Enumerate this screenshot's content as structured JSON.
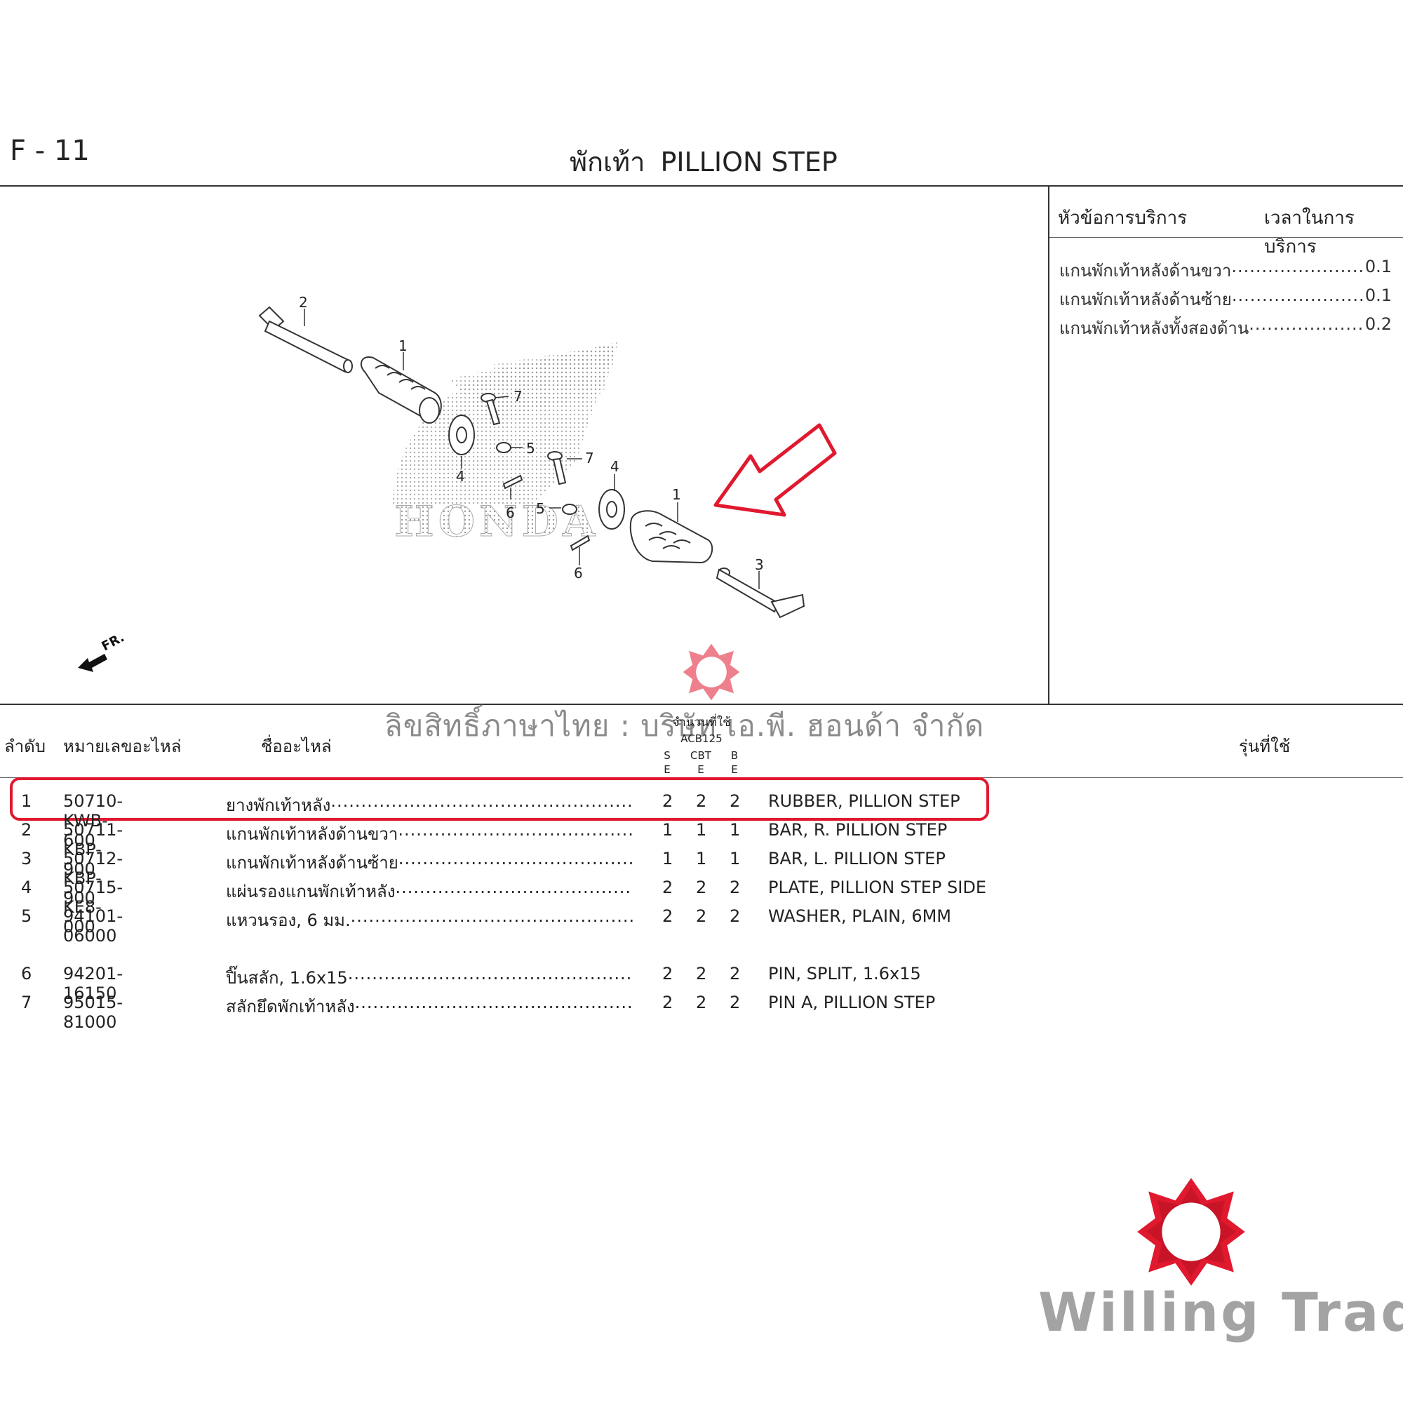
{
  "header": {
    "page_code": "F - 11",
    "title_th": "พักเท้า",
    "title_en": "PILLION STEP"
  },
  "service": {
    "head_left": "หัวข้อการบริการ",
    "head_right": "เวลาในการบริการ",
    "items": [
      {
        "label": "แกนพักเท้าหลังด้านขวา",
        "time": "0.1"
      },
      {
        "label": "แกนพักเท้าหลังด้านซ้าย",
        "time": "0.1"
      },
      {
        "label": "แกนพักเท้าหลังทั้งสองด้าน",
        "time": "0.2"
      }
    ]
  },
  "diagram": {
    "brand_watermark": "HONDA",
    "direction_label": "FR.",
    "callouts": [
      "1",
      "2",
      "3",
      "4",
      "5",
      "6",
      "7"
    ]
  },
  "copyright": "ลิขสิทธิ์ภาษาไทย : บริษัท เอ.พี. ฮอนด้า จำกัด",
  "table": {
    "headers": {
      "no": "ลำดับ",
      "part_no": "หมายเลขอะไหล่",
      "name": "ชื่ออะไหล่",
      "qty": "จำนวนที่ใช้",
      "model": "ACB125",
      "sub": [
        {
          "top": "S",
          "bottom": "E"
        },
        {
          "top": "CBT",
          "bottom": "E"
        },
        {
          "top": "B",
          "bottom": "E"
        }
      ],
      "models_used": "รุ่นที่ใช้"
    },
    "rows": [
      {
        "no": "1",
        "part_no": "50710-KWB-600",
        "name_th": "ยางพักเท้าหลัง",
        "q1": "2",
        "q2": "2",
        "q3": "2",
        "name_en": "RUBBER, PILLION STEP"
      },
      {
        "no": "2",
        "part_no": "50711-KBP-900",
        "name_th": "แกนพักเท้าหลังด้านขวา",
        "q1": "1",
        "q2": "1",
        "q3": "1",
        "name_en": "BAR, R. PILLION STEP"
      },
      {
        "no": "3",
        "part_no": "50712-KBP-900",
        "name_th": "แกนพักเท้าหลังด้านซ้าย",
        "q1": "1",
        "q2": "1",
        "q3": "1",
        "name_en": "BAR, L. PILLION STEP"
      },
      {
        "no": "4",
        "part_no": "50715-KE8-000",
        "name_th": "แผ่นรองแกนพักเท้าหลัง",
        "q1": "2",
        "q2": "2",
        "q3": "2",
        "name_en": "PLATE, PILLION STEP SIDE"
      },
      {
        "no": "5",
        "part_no": "94101-06000",
        "name_th": "แหวนรอง, 6 มม.",
        "q1": "2",
        "q2": "2",
        "q3": "2",
        "name_en": "WASHER, PLAIN, 6MM"
      },
      {
        "no": "6",
        "part_no": "94201-16150",
        "name_th": "ปิ๊นสลัก, 1.6x15",
        "q1": "2",
        "q2": "2",
        "q3": "2",
        "name_en": "PIN, SPLIT, 1.6x15"
      },
      {
        "no": "7",
        "part_no": "95015-81000",
        "name_th": "สลักยึดพักเท้าหลัง",
        "q1": "2",
        "q2": "2",
        "q3": "2",
        "name_en": "PIN A, PILLION STEP"
      }
    ]
  },
  "brand": {
    "name": "Willing Trade",
    "accent": "#e0192f"
  }
}
